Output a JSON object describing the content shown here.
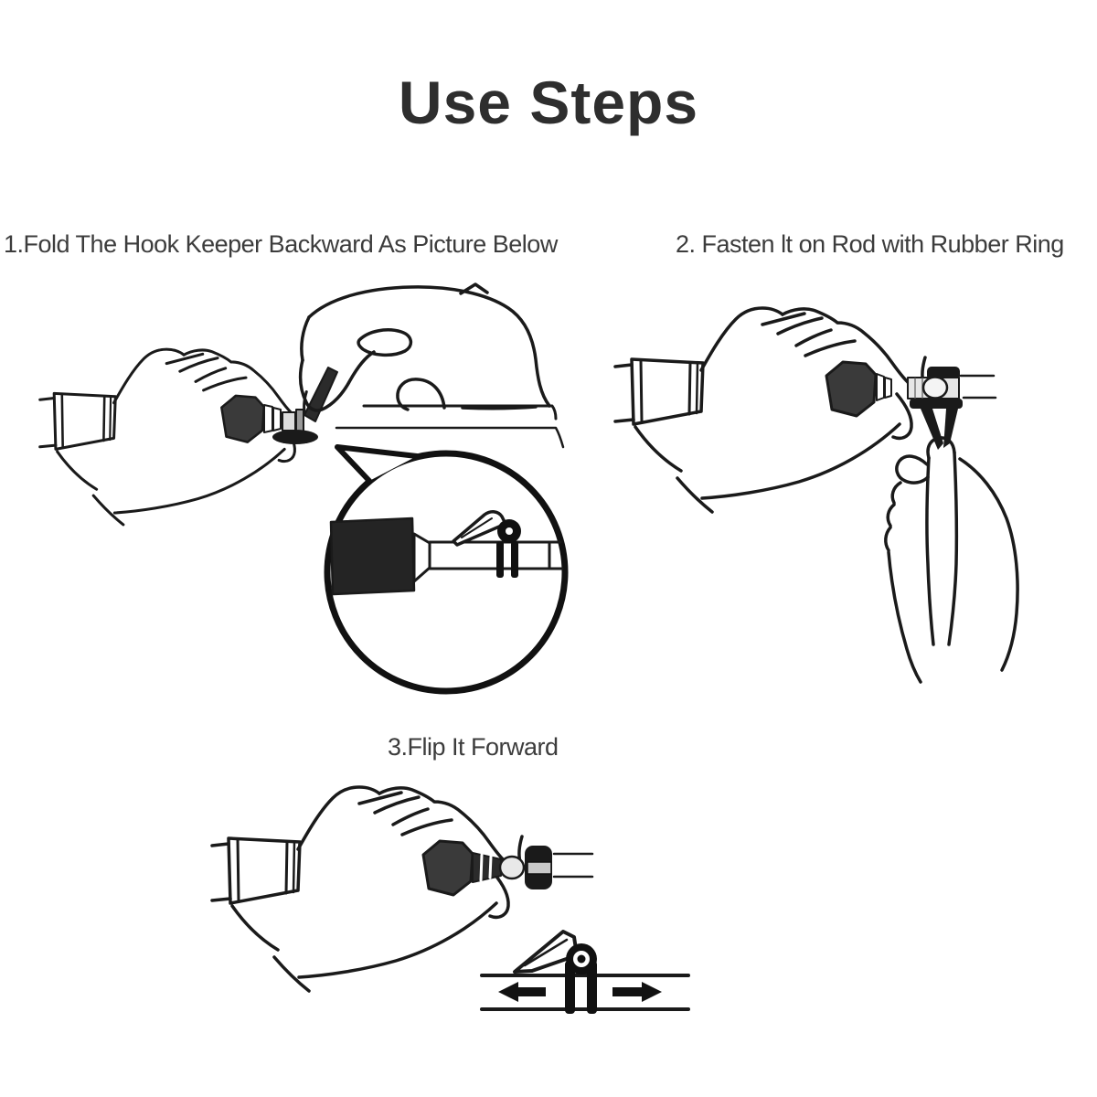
{
  "page": {
    "title": "Use Steps",
    "background_color": "#ffffff",
    "title_color": "#2e2e2e",
    "label_color": "#3c3c3c",
    "ink_color": "#1a1a1a"
  },
  "steps": [
    {
      "label": "1.Fold The Hook Keeper Backward As Picture Below",
      "illustration": "hand-holding-rod-while-finger-folds-hook-keeper-backward-with-magnified-inset"
    },
    {
      "label": "2. Fasten lt on Rod with Rubber Ring",
      "illustration": "hand-holding-rod-while-other-hand-stretches-rubber-ring-downward"
    },
    {
      "label": "3.Flip It Forward",
      "illustration": "hand-holding-rod-with-hook-keeper-and-flip-direction-arrow-diagram"
    }
  ]
}
